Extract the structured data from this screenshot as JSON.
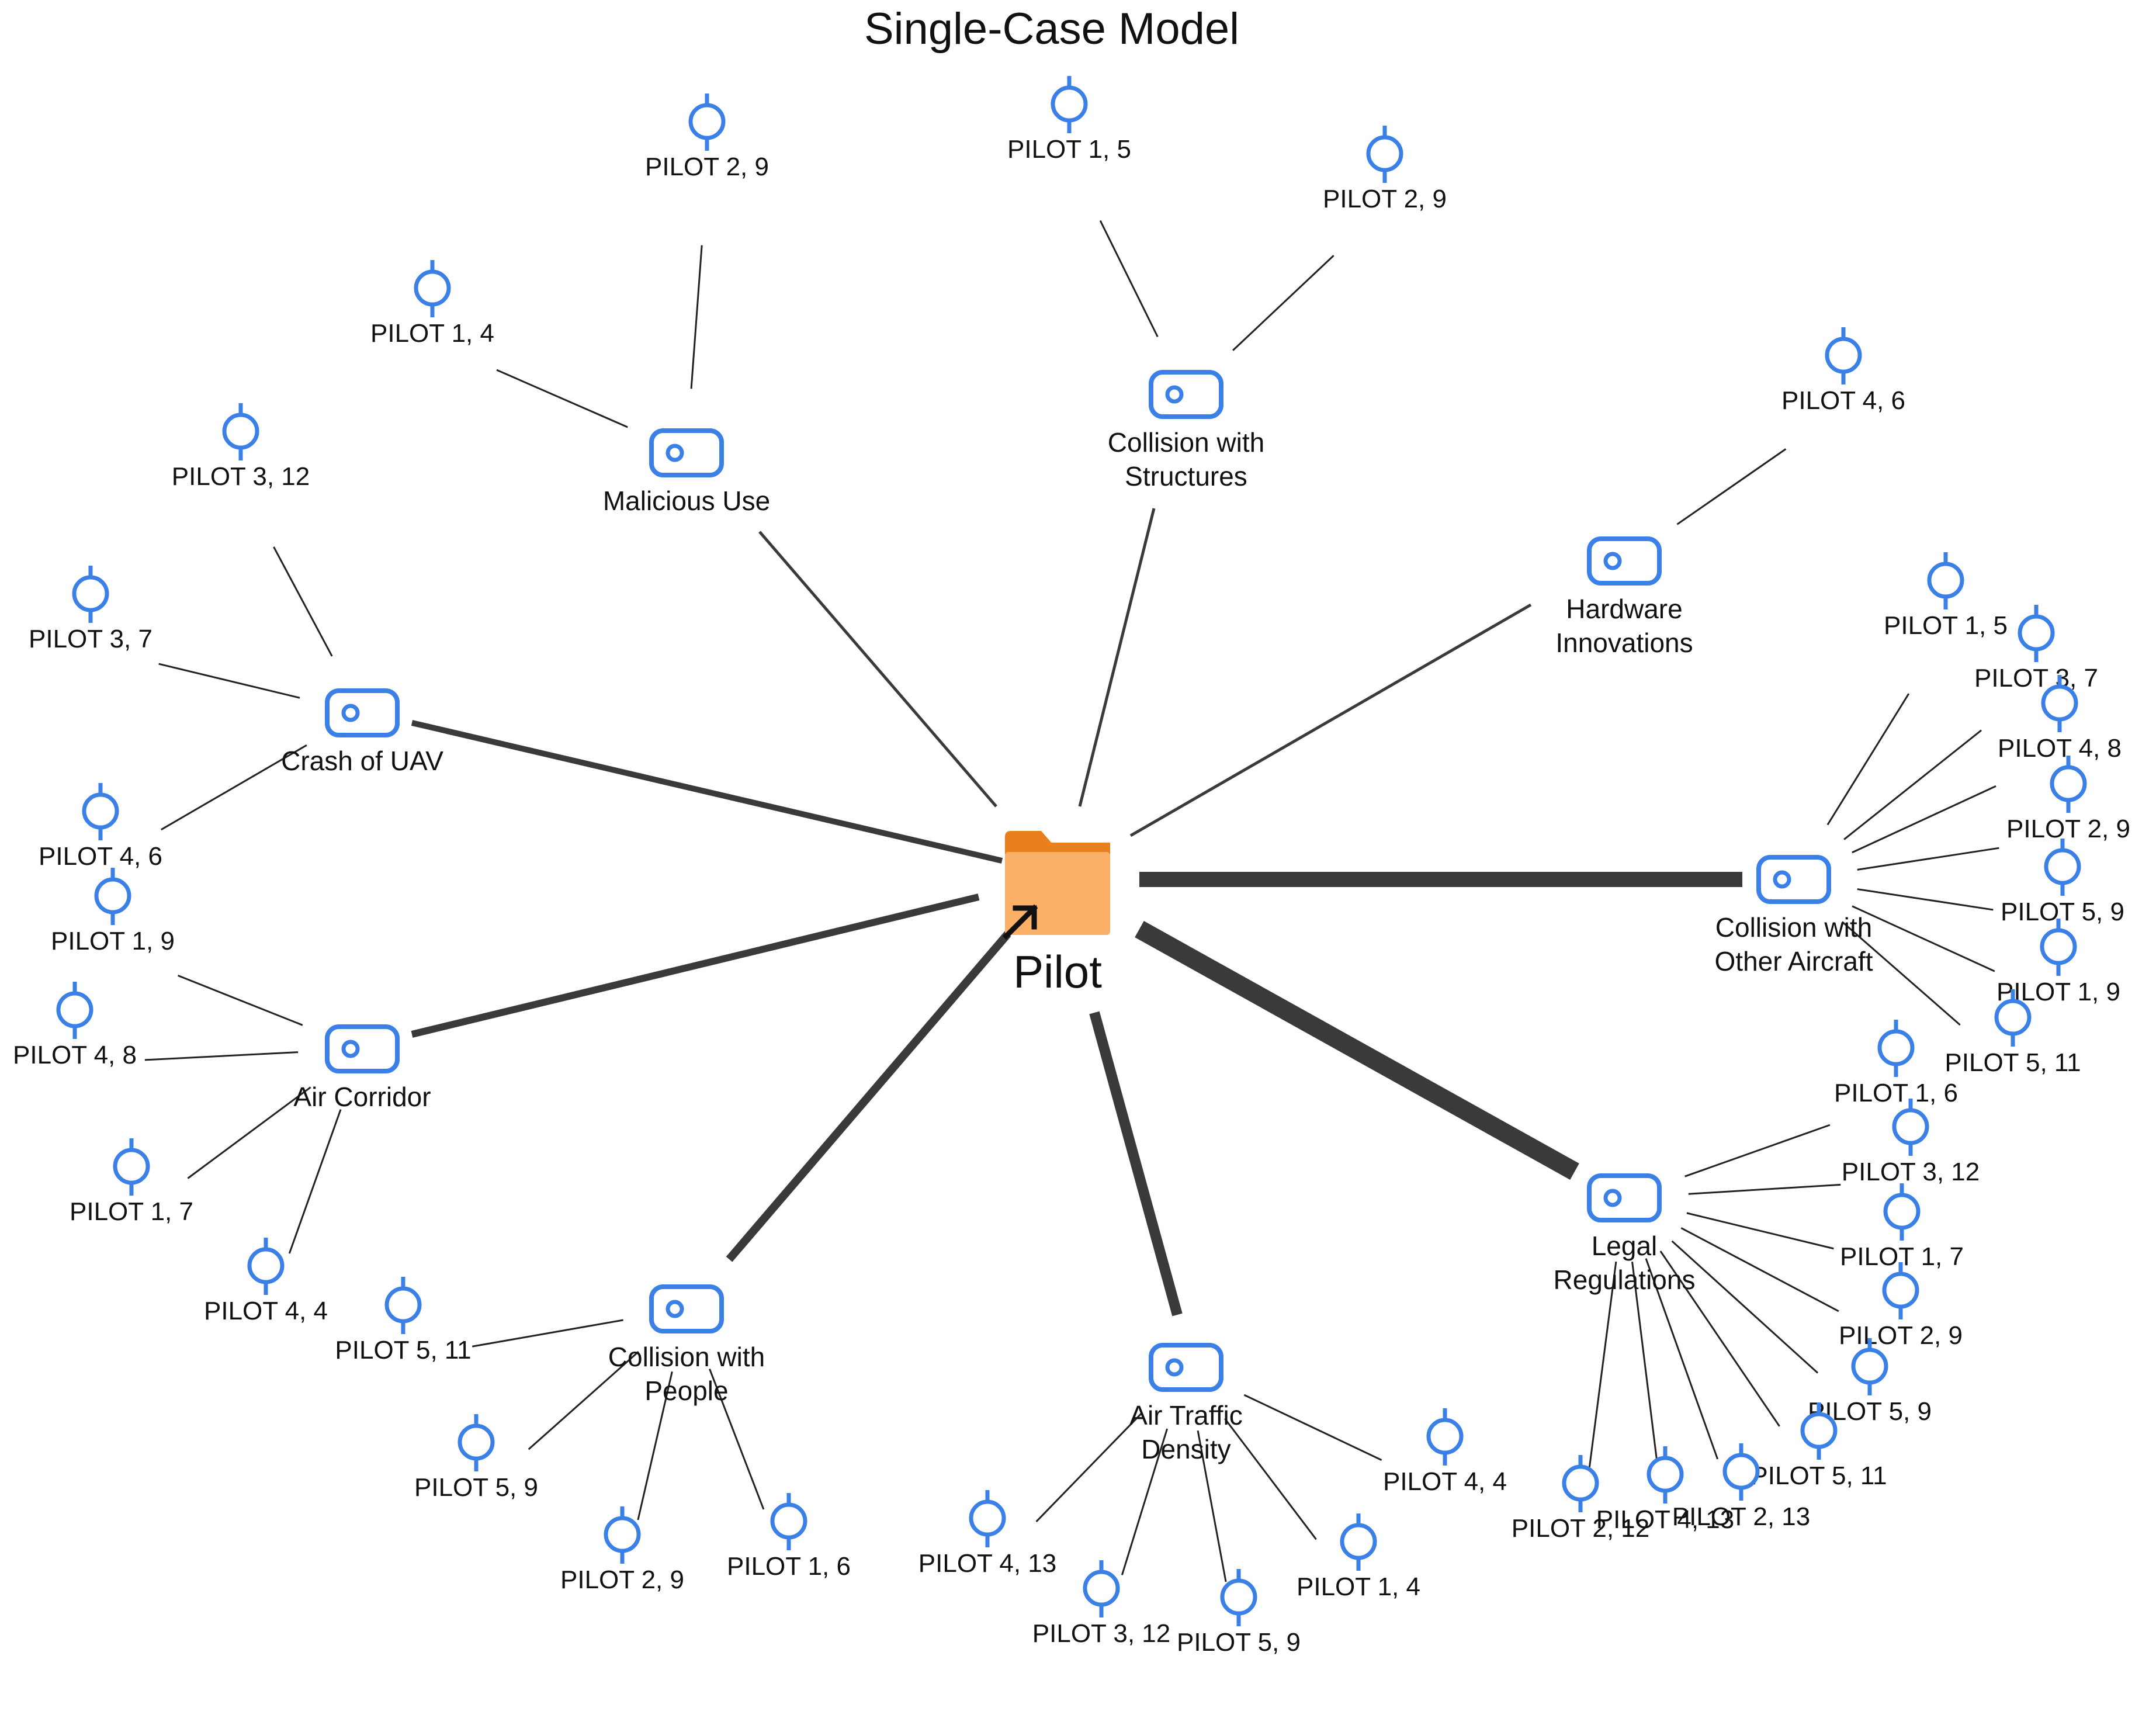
{
  "title": "Single-Case Model",
  "center": {
    "label": "Pilot",
    "icon": "folder-shortcut-icon"
  },
  "node_icon": "code-node-icon",
  "reference_icon": "case-reference-icon",
  "colors": {
    "blue": "#3b80e6",
    "line": "#3a3a3a",
    "folder_dark": "#e8801e",
    "folder_light": "#fbb068"
  },
  "nodes": [
    {
      "id": "malicious-use",
      "label": [
        "Malicious Use"
      ],
      "refs": [
        "PILOT 1, 4",
        "PILOT 2, 9"
      ]
    },
    {
      "id": "collision-structures",
      "label": [
        "Collision with",
        "Structures"
      ],
      "refs": [
        "PILOT 1, 5",
        "PILOT 2, 9"
      ]
    },
    {
      "id": "hardware-innovations",
      "label": [
        "Hardware",
        "Innovations"
      ],
      "refs": [
        "PILOT 4, 6"
      ]
    },
    {
      "id": "crash-of-uav",
      "label": [
        "Crash of UAV"
      ],
      "refs": [
        "PILOT 3, 12",
        "PILOT 3, 7",
        "PILOT 4, 6"
      ]
    },
    {
      "id": "air-corridor",
      "label": [
        "Air Corridor"
      ],
      "refs": [
        "PILOT 1, 9",
        "PILOT 4, 8",
        "PILOT 1, 7",
        "PILOT 4, 4"
      ]
    },
    {
      "id": "collision-people",
      "label": [
        "Collision with",
        "People"
      ],
      "refs": [
        "PILOT 5, 11",
        "PILOT 5, 9",
        "PILOT 2, 9",
        "PILOT 1, 6"
      ]
    },
    {
      "id": "air-traffic-density",
      "label": [
        "Air Traffic",
        "Density"
      ],
      "refs": [
        "PILOT 4, 13",
        "PILOT 3, 12",
        "PILOT 5, 9",
        "PILOT 1, 4",
        "PILOT 4, 4"
      ]
    },
    {
      "id": "collision-other-aircraft",
      "label": [
        "Collision with",
        "Other Aircraft"
      ],
      "refs": [
        "PILOT 1, 5",
        "PILOT 3, 7",
        "PILOT 4, 8",
        "PILOT 2, 9",
        "PILOT 5, 9",
        "PILOT 1, 9",
        "PILOT 5, 11"
      ]
    },
    {
      "id": "legal-regulations",
      "label": [
        "Legal",
        "Regulations"
      ],
      "refs": [
        "PILOT 1, 6",
        "PILOT 3, 12",
        "PILOT 1, 7",
        "PILOT 2, 9",
        "PILOT 5, 9",
        "PILOT 5, 11",
        "PILOT 2, 13",
        "PILOT 4, 13",
        "PILOT 2, 12"
      ]
    }
  ]
}
